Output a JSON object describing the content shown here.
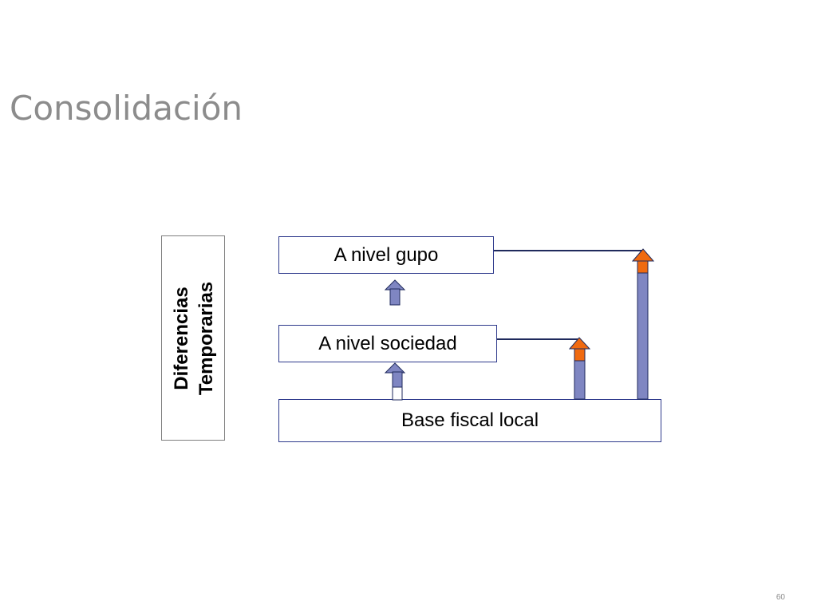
{
  "slide": {
    "title": "Consolidación",
    "page_number": "60"
  },
  "side_label": {
    "line1": "Diferencias",
    "line2": "Temporarias"
  },
  "boxes": {
    "group": "A nivel gupo",
    "society": "A nivel sociedad",
    "base": "Base fiscal local"
  },
  "colors": {
    "arrow_blue": "#7f86c2",
    "arrow_orange": "#f06a10",
    "box_border": "#2e3a8c",
    "title_gray": "#8c8c8c"
  }
}
